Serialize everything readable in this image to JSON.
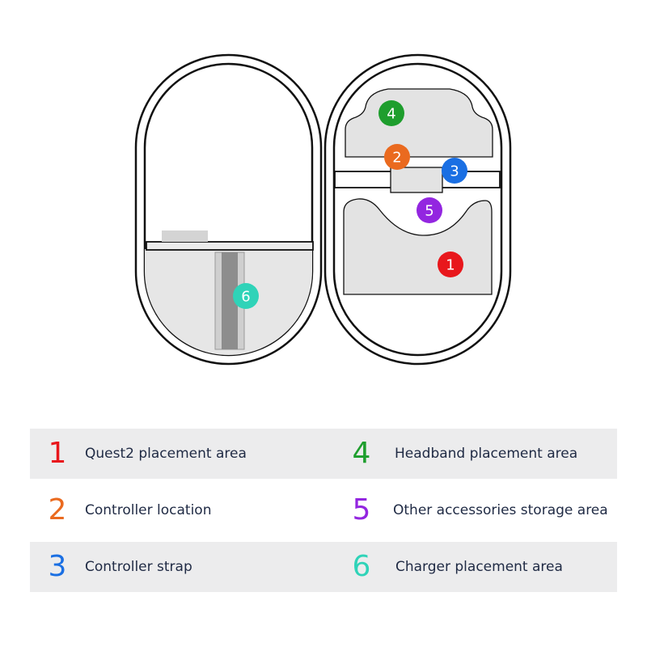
{
  "colors": {
    "red": "#e8171c",
    "orange": "#ea6a1f",
    "blue": "#1a6fe3",
    "green": "#1e9e2d",
    "purple": "#9326e0",
    "teal": "#2fd3b8",
    "outline": "#111111",
    "panel": "#e5e5e5",
    "text": "#1f2a44"
  },
  "markers": [
    {
      "num": "1",
      "color": "#e8171c"
    },
    {
      "num": "2",
      "color": "#ea6a1f"
    },
    {
      "num": "3",
      "color": "#1a6fe3"
    },
    {
      "num": "4",
      "color": "#1e9e2d"
    },
    {
      "num": "5",
      "color": "#9326e0"
    },
    {
      "num": "6",
      "color": "#2fd3b8"
    }
  ],
  "legend": [
    {
      "num": "1",
      "label": "Quest2 placement area",
      "color": "#e8171c"
    },
    {
      "num": "2",
      "label": "Controller location",
      "color": "#ea6a1f"
    },
    {
      "num": "3",
      "label": "Controller strap",
      "color": "#1a6fe3"
    },
    {
      "num": "4",
      "label": "Headband placement area",
      "color": "#1e9e2d"
    },
    {
      "num": "5",
      "label": "Other accessories storage area",
      "color": "#9326e0"
    },
    {
      "num": "6",
      "label": "Charger placement area",
      "color": "#2fd3b8"
    }
  ]
}
